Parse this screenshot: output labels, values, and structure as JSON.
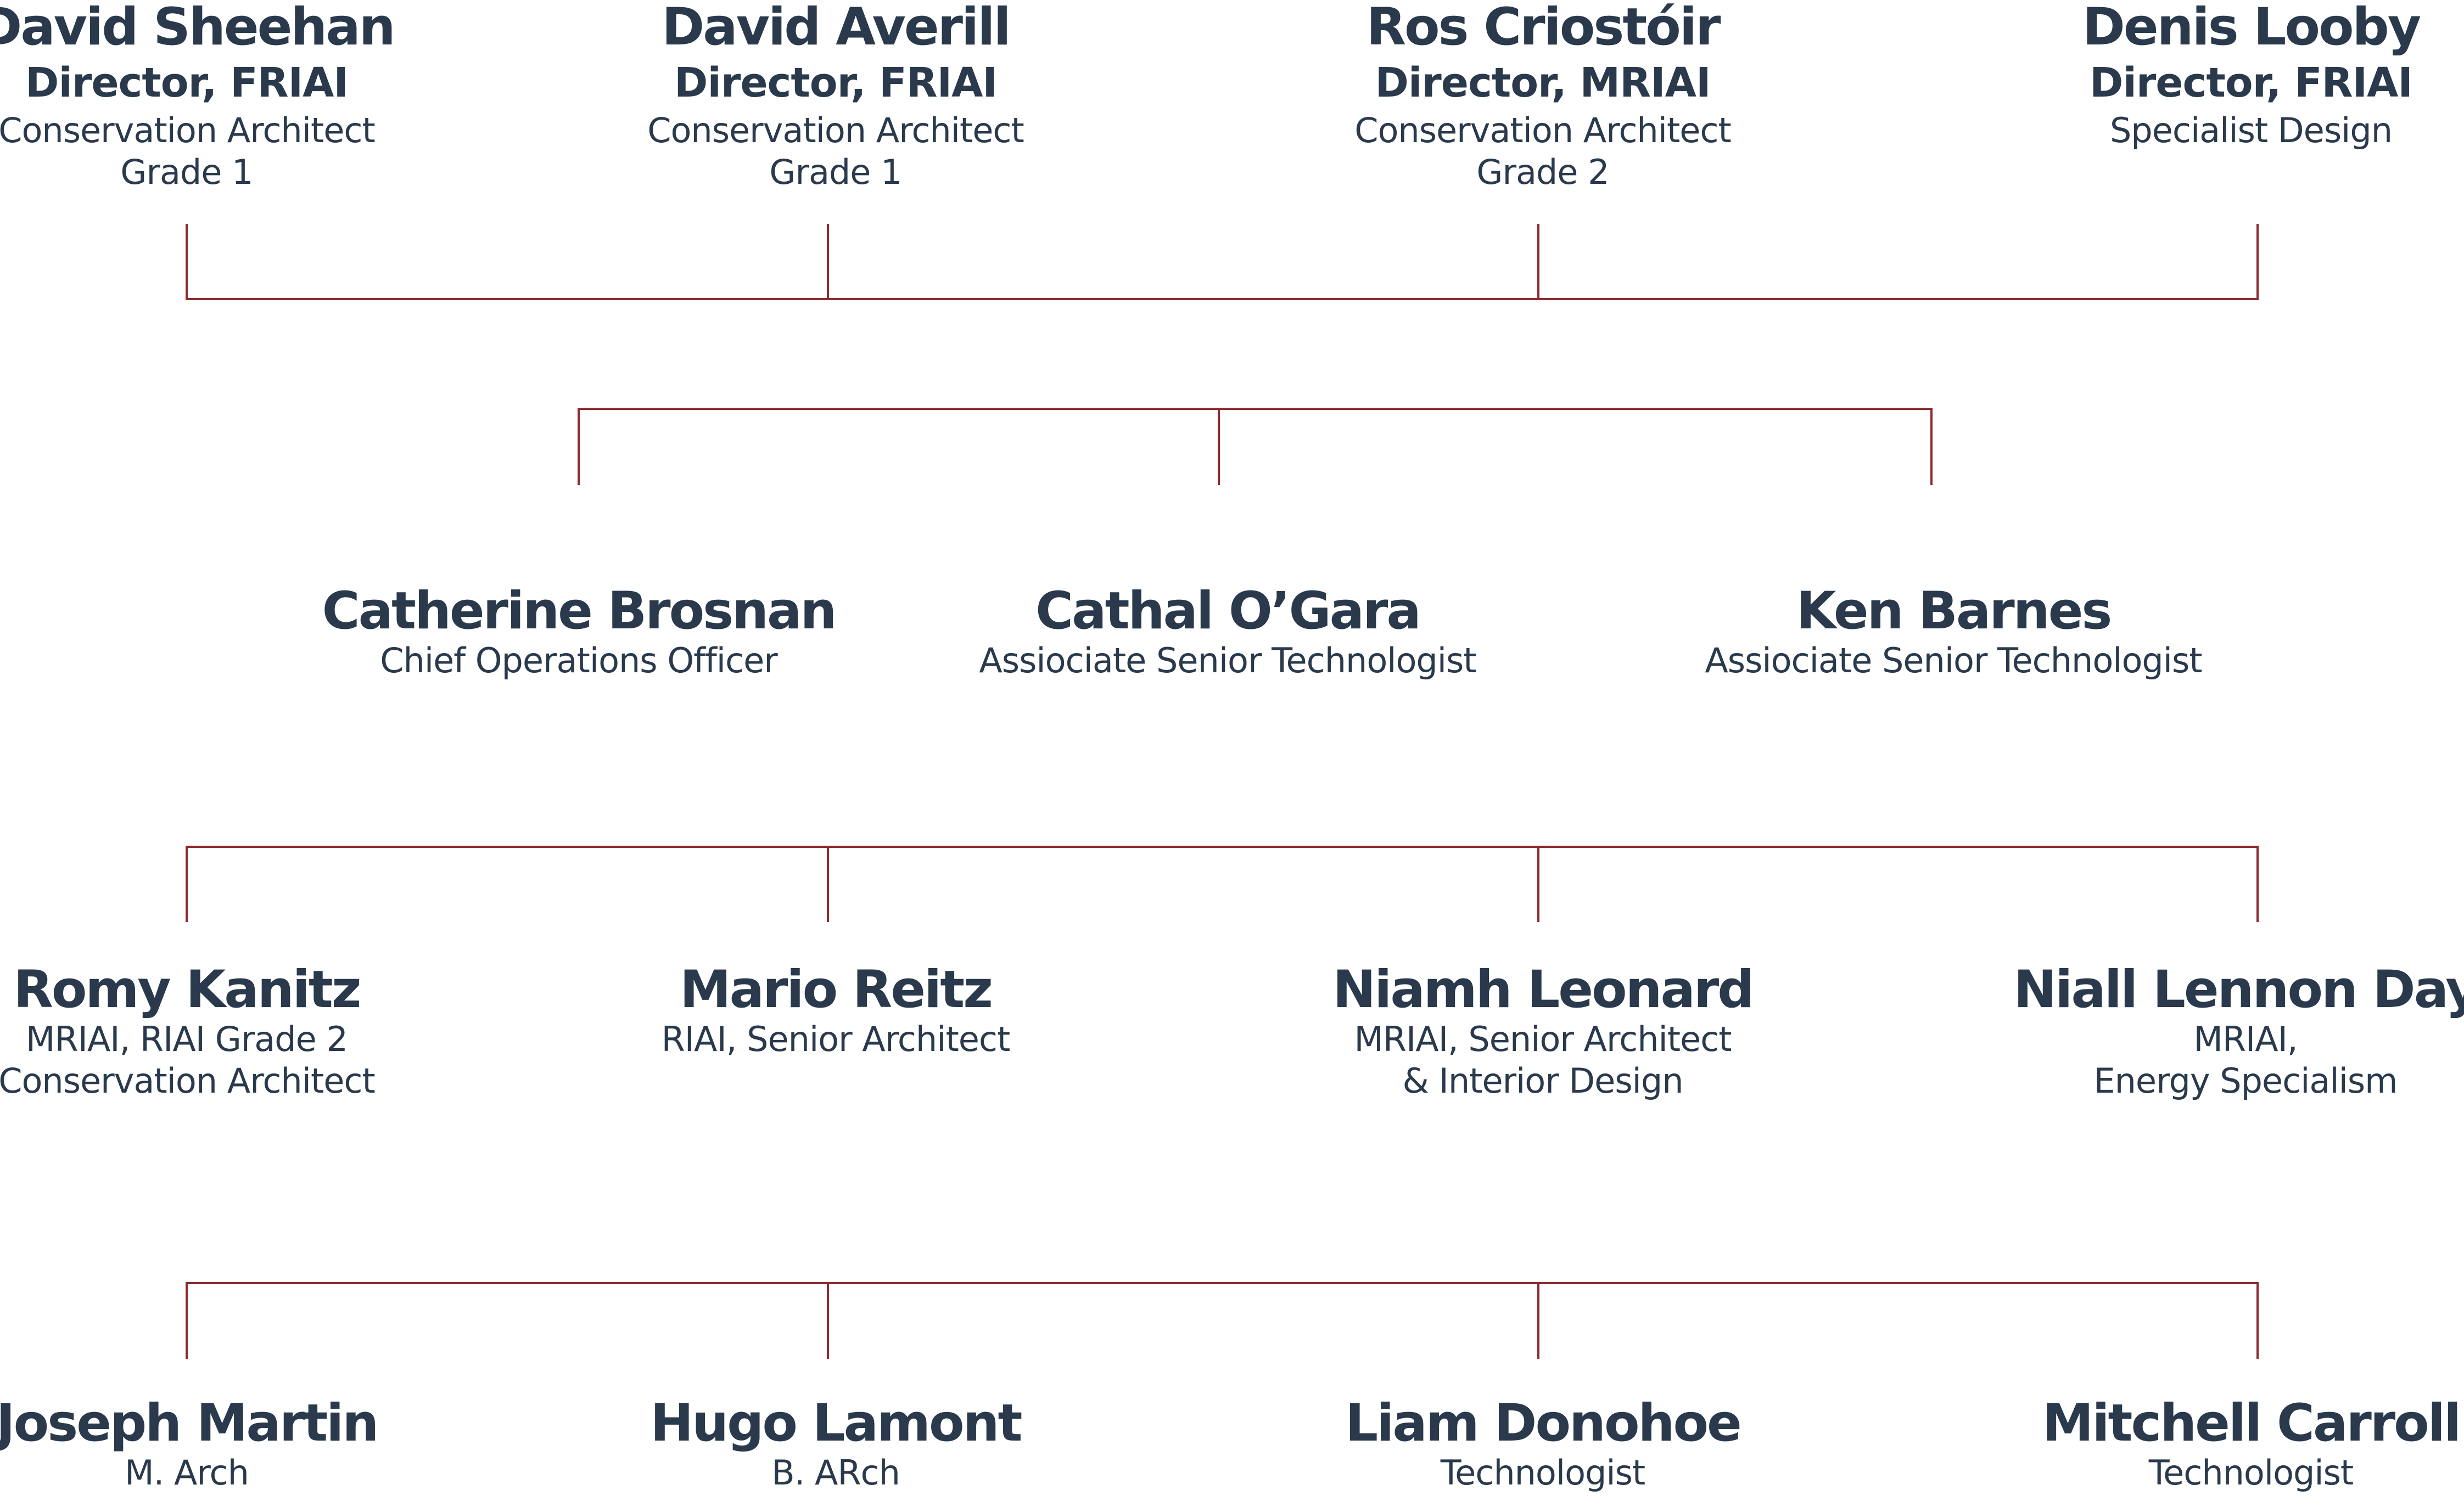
{
  "line_color": "#8e2b30",
  "text_color": "#2a3a4c",
  "directors": [
    {
      "name": "David Sheehan",
      "title": "Director, FRIAI",
      "lines": [
        "Conservation Architect",
        "Grade 1"
      ]
    },
    {
      "name": "David Averill",
      "title": "Director, FRIAI",
      "lines": [
        "Conservation Architect",
        "Grade 1"
      ]
    },
    {
      "name": "Ros Criostóir",
      "title": "Director, MRIAI",
      "lines": [
        "Conservation Architect",
        "Grade 2"
      ]
    },
    {
      "name": "Denis Looby",
      "title": "Director, FRIAI",
      "lines": [
        "Specialist Design"
      ]
    }
  ],
  "managers": [
    {
      "name": "Catherine Brosnan",
      "lines": [
        "Chief Operations Officer"
      ]
    },
    {
      "name": "Cathal O’Gara",
      "lines": [
        "Assiociate Senior Technologist"
      ]
    },
    {
      "name": "Ken Barnes",
      "lines": [
        "Assiociate Senior Technologist"
      ]
    }
  ],
  "architects": [
    {
      "name": "Romy Kanitz",
      "lines": [
        "MRIAI, RIAI Grade 2",
        "Conservation Architect"
      ]
    },
    {
      "name": "Mario Reitz",
      "lines": [
        "RIAI, Senior Architect"
      ]
    },
    {
      "name": "Niamh Leonard",
      "lines": [
        "MRIAI, Senior Architect",
        "& Interior Design"
      ]
    },
    {
      "name": "Niall Lennon Day",
      "lines": [
        "MRIAI,",
        "Energy Specialism"
      ]
    }
  ],
  "staff": [
    {
      "name": "Joseph Martin",
      "lines": [
        "M. Arch"
      ]
    },
    {
      "name": "Hugo Lamont",
      "lines": [
        "B. ARch"
      ]
    },
    {
      "name": "Liam Donohoe",
      "lines": [
        "Technologist"
      ]
    },
    {
      "name": "Mitchell Carroll",
      "lines": [
        "Technologist"
      ]
    }
  ]
}
